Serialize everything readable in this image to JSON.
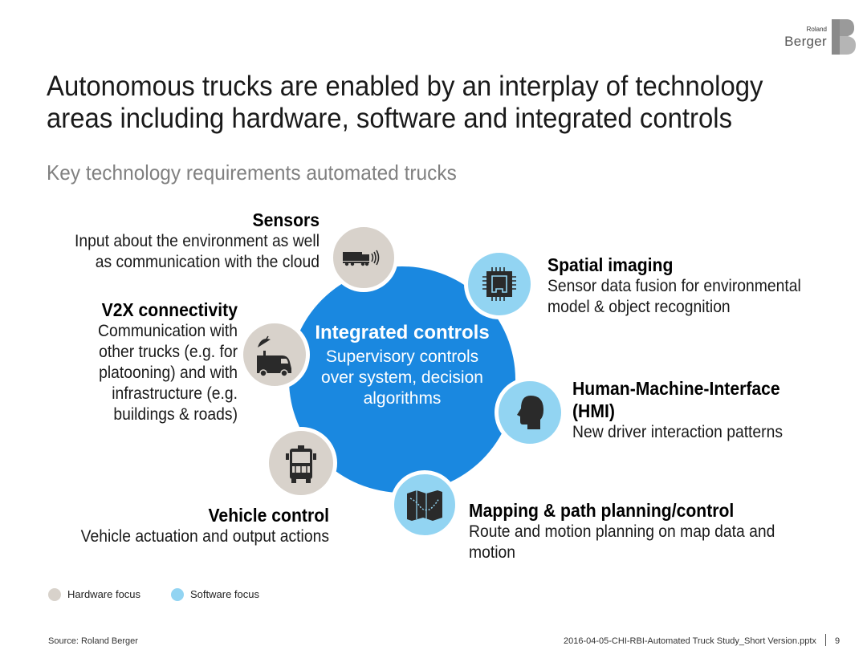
{
  "logo": {
    "small": "Roland",
    "big": "Berger"
  },
  "title": "Autonomous trucks are enabled by an interplay of technology areas including hardware, software and integrated controls",
  "subtitle": "Key technology requirements automated trucks",
  "center": {
    "title": "Integrated controls",
    "desc": "Supervisory controls over system, decision algorithms"
  },
  "blocks": {
    "sensors": {
      "title": "Sensors",
      "desc": "Input about the environment as well as communication with the cloud",
      "focus": "hardware",
      "icon": "truck-signal-icon"
    },
    "v2x": {
      "title": "V2X connectivity",
      "desc": "Communication with other trucks (e.g. for platooning) and with infrastructure (e.g. buildings & roads)",
      "focus": "hardware",
      "icon": "satellite-van-icon"
    },
    "vehicle_control": {
      "title": "Vehicle control",
      "desc": "Vehicle actuation and output actions",
      "focus": "hardware",
      "icon": "truck-front-icon"
    },
    "spatial": {
      "title": "Spatial imaging",
      "desc": "Sensor data fusion for environmental model & object recognition",
      "focus": "software",
      "icon": "chip-icon"
    },
    "hmi": {
      "title": "Human-Machine-Interface (HMI)",
      "desc": "New driver interaction patterns",
      "focus": "software",
      "icon": "head-icon"
    },
    "mapping": {
      "title": "Mapping & path planning/control",
      "desc": "Route and motion planning on map data and motion",
      "focus": "software",
      "icon": "map-icon"
    }
  },
  "legend": [
    {
      "label": "Hardware focus",
      "color": "#d8d2cb"
    },
    {
      "label": "Software focus",
      "color": "#92d4f2"
    }
  ],
  "footer": {
    "source": "Source: Roland Berger",
    "file": "2016-04-05-CHI-RBI-Automated Truck Study_Short Version.pptx",
    "page": "9"
  },
  "colors": {
    "blue": "#1a88e0",
    "hardware": "#d8d2cb",
    "software": "#92d4f2"
  }
}
